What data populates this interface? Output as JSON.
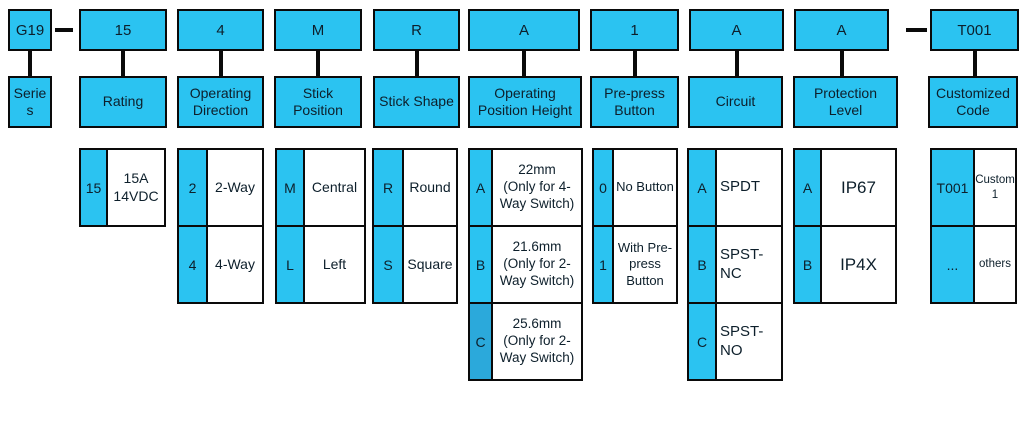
{
  "colors": {
    "box_fill": "#2bc3f1",
    "box_fill_dark": "#2ba9db",
    "line": "#0a0a0a",
    "text": "#0d1f2b",
    "background": "#ffffff"
  },
  "part_code_example": "G19 15 4 M R A 1 A A - T001",
  "columns": [
    {
      "code": "G19",
      "label": "Series",
      "options": []
    },
    {
      "code": "15",
      "label": "Rating",
      "options": [
        {
          "code": "15",
          "desc": "15A\n14VDC"
        }
      ]
    },
    {
      "code": "4",
      "label": "Operating Direction",
      "options": [
        {
          "code": "2",
          "desc": "2-Way"
        },
        {
          "code": "4",
          "desc": "4-Way"
        }
      ]
    },
    {
      "code": "M",
      "label": "Stick Position",
      "options": [
        {
          "code": "M",
          "desc": "Central"
        },
        {
          "code": "L",
          "desc": "Left"
        }
      ]
    },
    {
      "code": "R",
      "label": "Stick Shape",
      "options": [
        {
          "code": "R",
          "desc": "Round"
        },
        {
          "code": "S",
          "desc": "Square"
        }
      ]
    },
    {
      "code": "A",
      "label": "Operating Position Height",
      "options": [
        {
          "code": "A",
          "desc": "22mm\n(Only for 4-Way Switch)"
        },
        {
          "code": "B",
          "desc": "21.6mm\n(Only for 2-Way Switch)"
        },
        {
          "code": "C",
          "desc": "25.6mm\n(Only for 2-Way Switch)",
          "shade": "dark"
        }
      ]
    },
    {
      "code": "1",
      "label": "Pre-press Button",
      "options": [
        {
          "code": "0",
          "desc": "No Button"
        },
        {
          "code": "1",
          "desc": "With Pre-press Button"
        }
      ]
    },
    {
      "code": "A",
      "label": "Circuit",
      "options": [
        {
          "code": "A",
          "desc": "SPDT"
        },
        {
          "code": "B",
          "desc": "SPST-NC"
        },
        {
          "code": "C",
          "desc": "SPST-NO"
        }
      ]
    },
    {
      "code": "A",
      "label": "Protection Level",
      "options": [
        {
          "code": "A",
          "desc": "IP67"
        },
        {
          "code": "B",
          "desc": "IP4X"
        }
      ]
    },
    {
      "code": "T001",
      "label": "Customized Code",
      "options": [
        {
          "code": "T001",
          "desc": "Custom 1"
        },
        {
          "code": "...",
          "desc": "others"
        }
      ]
    }
  ]
}
